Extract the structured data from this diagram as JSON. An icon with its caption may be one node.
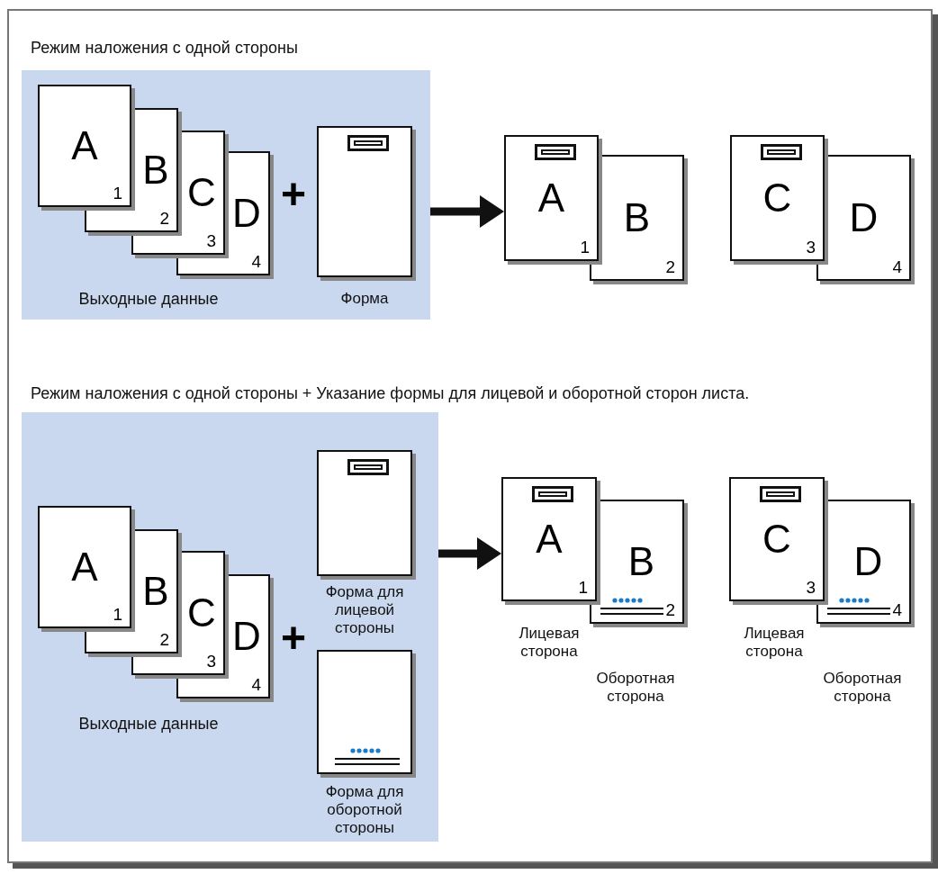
{
  "diagram": {
    "nodes": [
      {
        "text": [
          "Выходные данные"
        ]
      },
      {
        "text": [
          "A",
          "1"
        ],
        "in": 0
      },
      {
        "text": [
          "B",
          "2"
        ],
        "in": 0
      },
      {
        "text": [
          "C",
          "3"
        ],
        "in": 0
      },
      {
        "text": [
          "D",
          "4"
        ],
        "in": 0
      },
      {
        "text": [],
        "shape": "box",
        "in": 0
      },
      {
        "text": [
          "A",
          "1"
        ]
      },
      {
        "text": [
          "B",
          "2"
        ]
      },
      {
        "text": [
          "C",
          "3"
        ]
      },
      {
        "text": [
          "D",
          "4"
        ]
      },
      {
        "text": [
          "Выходные данные"
        ]
      },
      {
        "text": [
          "A",
          "1"
        ],
        "in": 10
      },
      {
        "text": [
          "B",
          "2"
        ],
        "in": 10
      },
      {
        "text": [
          "C",
          "3"
        ],
        "in": 10
      },
      {
        "text": [
          "D",
          "4"
        ],
        "in": 10
      },
      {
        "text": [],
        "shape": "box",
        "in": 10
      },
      {
        "text": [],
        "shape": "box",
        "in": 10
      },
      {
        "text": [
          "A",
          "1"
        ]
      },
      {
        "text": [
          "B",
          "2"
        ]
      },
      {
        "text": [
          "C",
          "3"
        ]
      },
      {
        "text": [
          "D",
          "4"
        ]
      }
    ],
    "edges": [
      {
        "from": 0,
        "to": 6,
        "arrow": "to"
      },
      {
        "from": 10,
        "to": 17,
        "arrow": "to"
      }
    ],
    "labels": [
      "Режим наложения с одной стороны",
      "+",
      "Форма",
      "Режим наложения с одной стороны + Указание формы для лицевой и оборотной сторон листа.",
      "Форма для лицевой стороны",
      "+",
      "Форма для оборотной стороны",
      "Лицевая сторона",
      "Оборотная сторона",
      "Лицевая сторона",
      "Оборотная сторона"
    ]
  }
}
